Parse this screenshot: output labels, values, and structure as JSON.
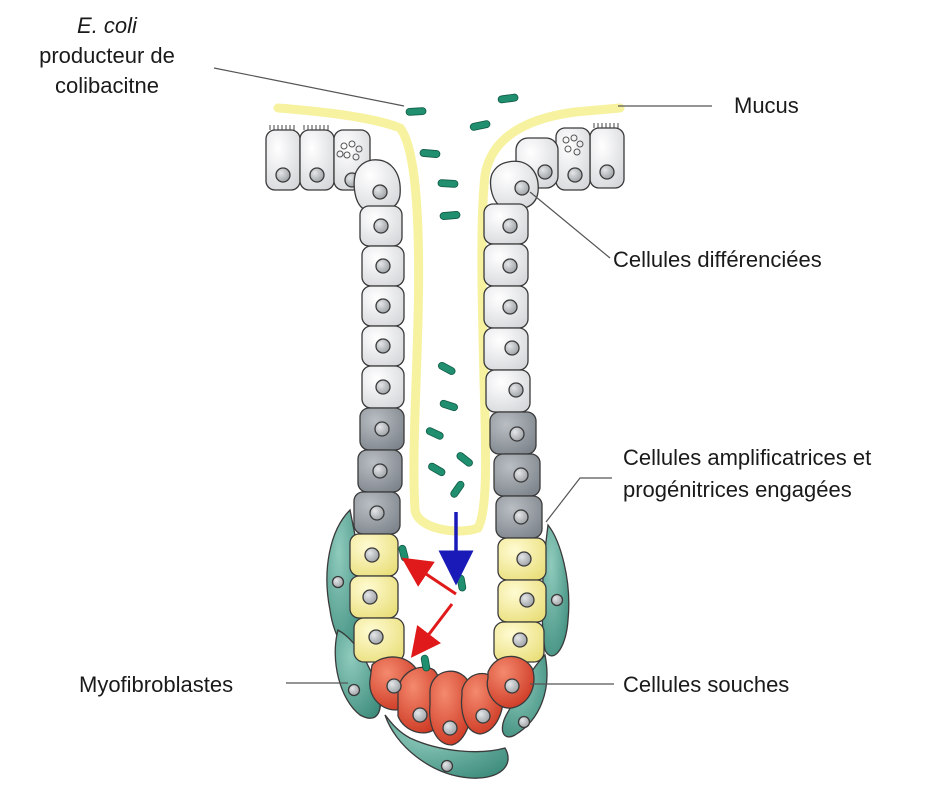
{
  "labels": {
    "ecoli_line1": "E. coli",
    "ecoli_line2": "producteur de",
    "ecoli_line3": "colibacitne",
    "mucus": "Mucus",
    "differentiated": "Cellules différenciées",
    "amplifying_line1": "Cellules amplificatrices et",
    "amplifying_line2": "progénitrices engagées",
    "myofibroblasts": "Myofibroblastes",
    "stem_cells": "Cellules souches"
  },
  "colors": {
    "differentiated_cell": "#e6e7e9",
    "amplifying_cell": "#9aa0a6",
    "progenitor_cell": "#f6ee9e",
    "stem_cell": "#e4472e",
    "myofibroblast": "#4f9e8e",
    "mucus": "#f7f2a0",
    "bacteria": "#1f8f6f",
    "arrow_blue": "#1a1ab8",
    "arrow_red": "#e01a1a",
    "nucleus": "#b8bbbf"
  },
  "icons": [
    "bacterium-icon",
    "down-arrow-icon",
    "red-arrow-icon"
  ]
}
